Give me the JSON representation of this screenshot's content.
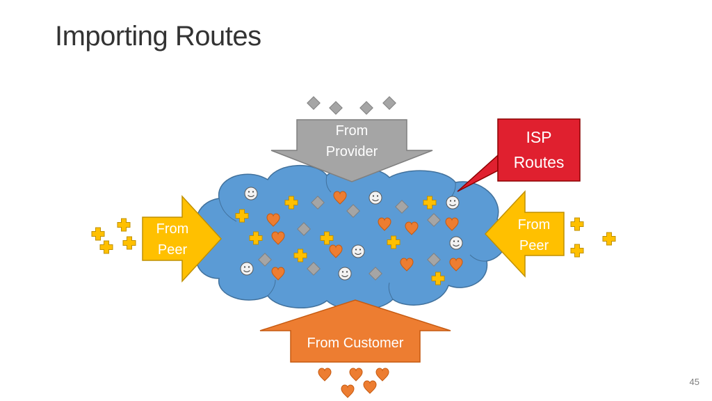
{
  "slide": {
    "title": "Importing Routes",
    "page_number": "45"
  },
  "diagram": {
    "provider_label_line1": "From",
    "provider_label_line2": "Provider",
    "peer_left_line1": "From",
    "peer_left_line2": "Peer",
    "peer_right_line1": "From",
    "peer_right_line2": "Peer",
    "customer_label": "From Customer",
    "isp_callout_line1": "ISP",
    "isp_callout_line2": "Routes"
  },
  "colors": {
    "cloud": "#5b9bd5",
    "provider_arrow": "#a5a5a5",
    "peer_arrow": "#ffc000",
    "customer_arrow": "#ed7d31",
    "callout": "#e0202f",
    "heart": "#ed7d31",
    "plus": "#ffc000",
    "diamond": "#a5a5a5",
    "smiley": "#f2f2f2"
  },
  "route_symbols": {
    "provider_routes": "diamond",
    "peer_routes": "plus",
    "customer_routes": "heart",
    "isp_own_routes": "smiley"
  }
}
